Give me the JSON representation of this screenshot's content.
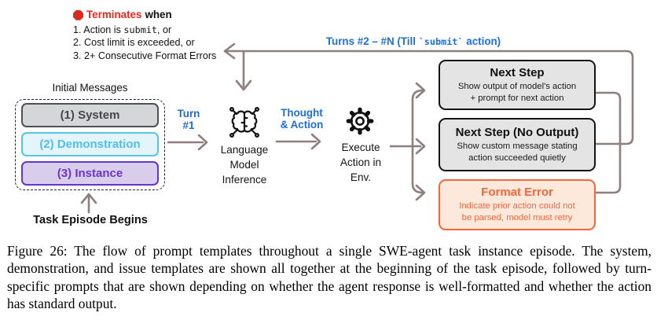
{
  "colors": {
    "arrow": "#8E7E7E",
    "accent_blue": "#1D6FD8",
    "terminate_red": "#E8271D",
    "system_gray": "#4E5156",
    "demo_cyan": "#54C6EC",
    "instance_purple": "#6535C8",
    "error_orange": "#F4663C"
  },
  "terminates": {
    "icon": "stop-octagon-icon",
    "heading_emph": "Terminates",
    "heading_rest": "when",
    "item1_pre": "1. Action is",
    "item1_code": "submit",
    "item1_post": ", or",
    "item2": "2. Cost limit is exceeded, or",
    "item3": "3. 2+ Consecutive Format Errors"
  },
  "loop_label": {
    "pre": "Turns #2 – #N (Till",
    "code": "`submit`",
    "post": "action)"
  },
  "initial_messages": {
    "title": "Initial Messages",
    "boxes": [
      {
        "label": "(1) System"
      },
      {
        "label": "(2) Demonstration"
      },
      {
        "label": "(3) Instance"
      }
    ],
    "start_label": "Task Episode Begins"
  },
  "flow": {
    "turn1_label": "Turn\n#1",
    "lm_icon": "brain-circuit-icon",
    "lm_label": "Language\nModel\nInference",
    "thought_label": "Thought\n& Action",
    "exec_icon": "gear-icon",
    "exec_label": "Execute\nAction in\nEnv."
  },
  "outcomes": [
    {
      "title": "Next Step",
      "body": "Show output of model's action\n+ prompt for next action"
    },
    {
      "title": "Next Step (No Output)",
      "body": "Show custom message stating\naction succeeded quietly"
    },
    {
      "title": "Format Error",
      "body": "Indicate prior action could not\nbe parsed, model must retry"
    }
  ],
  "caption": "Figure 26: The flow of prompt templates throughout a single SWE-agent task instance episode. The system, demonstration, and issue templates are shown all together at the beginning of the task episode, followed by turn-specific prompts that are shown depending on whether the agent response is well-formatted and whether the action has standard output."
}
